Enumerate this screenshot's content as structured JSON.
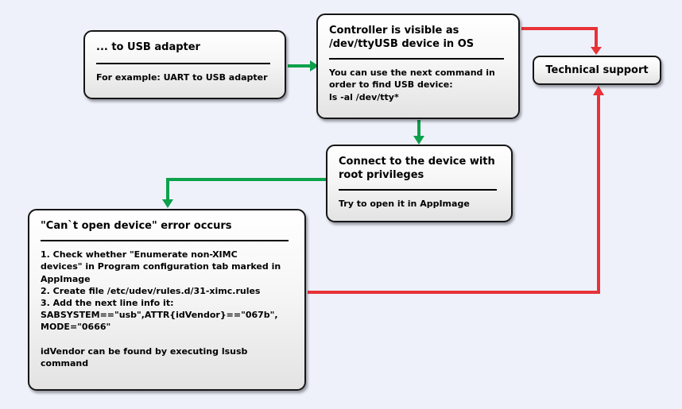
{
  "colors": {
    "arrow_green": "#0ca14b",
    "arrow_red": "#e73238",
    "background": "#eef1fa",
    "box_border": "#161616"
  },
  "nodes": {
    "usb_adapter": {
      "title": "... to USB adapter",
      "body": "For example: UART to USB adapter"
    },
    "controller": {
      "title": "Controller is visible as\n/dev/ttyUSB device in OS",
      "body": "You can use the next command in\norder to find USB device:\nls -al /dev/tty*"
    },
    "tech_support": {
      "title": "Technical support"
    },
    "connect_root": {
      "title": "Connect to the device with\nroot privileges",
      "body": "Try to open it in AppImage"
    },
    "cant_open": {
      "title": "\"Can`t open device\" error occurs",
      "body": "1. Check whether \"Enumerate non-XIMC\ndevices\" in Program configuration tab marked in\nAppImage\n2. Create file /etc/udev/rules.d/31-ximc.rules\n3. Add the next line info it:\nSABSYSTEM==\"usb\",ATTR{idVendor}==\"067b\",\nMODE=\"0666\"\n\nidVendor can be found by executing lsusb\ncommand"
    }
  },
  "edges": {
    "adapter_to_controller": "green",
    "controller_to_connect": "green",
    "connect_to_error": "green",
    "controller_to_support": "red",
    "error_to_support": "red"
  }
}
